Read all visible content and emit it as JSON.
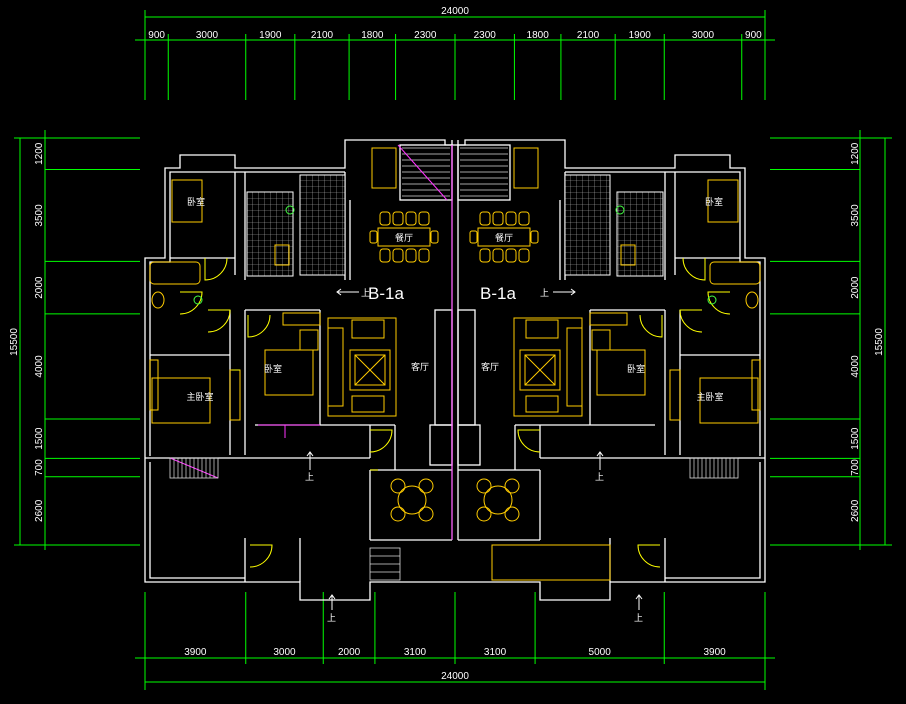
{
  "dimensions": {
    "top_total": "24000",
    "top_segments": [
      "900",
      "3000",
      "1900",
      "2100",
      "1800",
      "2300",
      "2300",
      "1800",
      "2100",
      "1900",
      "3000",
      "900"
    ],
    "bottom_total": "24000",
    "bottom_segments": [
      "3900",
      "3000",
      "2000",
      "3100",
      "3100",
      "5000",
      "3900"
    ],
    "left_total": "15500",
    "left_segments": [
      "1200",
      "3500",
      "2000",
      "4000",
      "1500",
      "700",
      "2600"
    ],
    "right_total": "15500",
    "right_segments": [
      "1200",
      "3500",
      "2000",
      "4000",
      "1500",
      "700",
      "2600"
    ]
  },
  "unit_labels": {
    "left": "B-1a",
    "right": "B-1a"
  },
  "rooms": {
    "bedroom": "卧室",
    "master_bedroom": "主卧室",
    "dining": "餐厅",
    "living": "客厅"
  },
  "stair_up": "上",
  "colors": {
    "wall": "#ffffff",
    "dimension": "#00ff00",
    "furniture": "#ffcc00",
    "door": "#ffff00",
    "accent": "#ff33ff",
    "fixture": "#dddddd"
  }
}
